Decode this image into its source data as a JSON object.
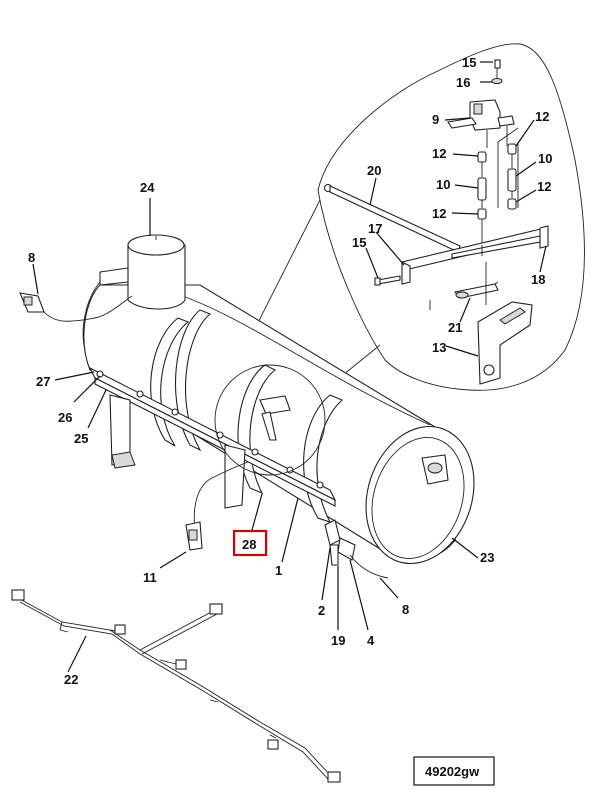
{
  "diagram": {
    "reference_code": "49202gw",
    "highlighted_callout": "28",
    "callouts": [
      {
        "id": "c-15-top",
        "text": "15"
      },
      {
        "id": "c-16",
        "text": "16"
      },
      {
        "id": "c-9",
        "text": "9"
      },
      {
        "id": "c-12-a",
        "text": "12"
      },
      {
        "id": "c-12-b",
        "text": "12"
      },
      {
        "id": "c-10-a",
        "text": "10"
      },
      {
        "id": "c-10-b",
        "text": "10"
      },
      {
        "id": "c-12-c",
        "text": "12"
      },
      {
        "id": "c-12-d",
        "text": "12"
      },
      {
        "id": "c-20",
        "text": "20"
      },
      {
        "id": "c-17",
        "text": "17"
      },
      {
        "id": "c-15-mid",
        "text": "15"
      },
      {
        "id": "c-18",
        "text": "18"
      },
      {
        "id": "c-21",
        "text": "21"
      },
      {
        "id": "c-13",
        "text": "13"
      },
      {
        "id": "c-24",
        "text": "24"
      },
      {
        "id": "c-8-left",
        "text": "8"
      },
      {
        "id": "c-27",
        "text": "27"
      },
      {
        "id": "c-26",
        "text": "26"
      },
      {
        "id": "c-25",
        "text": "25"
      },
      {
        "id": "c-28",
        "text": "28"
      },
      {
        "id": "c-11",
        "text": "11"
      },
      {
        "id": "c-1",
        "text": "1"
      },
      {
        "id": "c-23",
        "text": "23"
      },
      {
        "id": "c-2",
        "text": "2"
      },
      {
        "id": "c-8-right",
        "text": "8"
      },
      {
        "id": "c-19",
        "text": "19"
      },
      {
        "id": "c-4",
        "text": "4"
      },
      {
        "id": "c-22",
        "text": "22"
      }
    ]
  }
}
